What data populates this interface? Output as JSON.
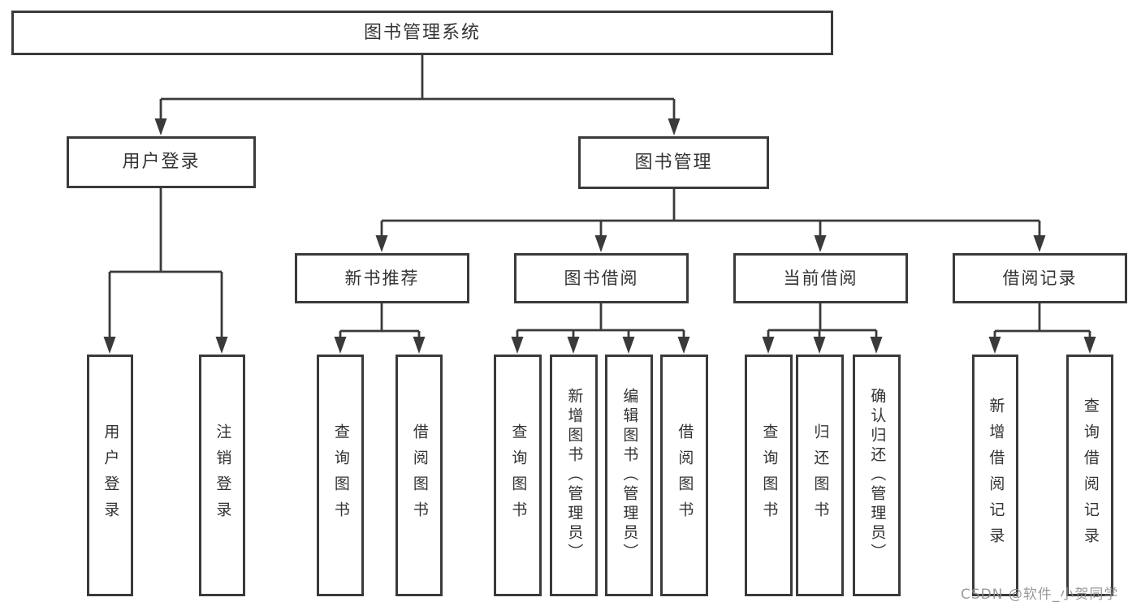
{
  "colors": {
    "line": "#3a3a3a",
    "box_border": "#3a3a3a",
    "text": "#333333",
    "background": "#ffffff",
    "watermark": "#8e8e8e"
  },
  "watermark": {
    "text": "CSDN @软件_小贺同学"
  },
  "diagram": {
    "title": "图书管理系统",
    "branches": [
      {
        "label": "用户登录",
        "children": [
          {
            "label": "用户登录"
          },
          {
            "label": "注销登录"
          }
        ]
      },
      {
        "label": "图书管理",
        "children": [
          {
            "label": "新书推荐",
            "children": [
              {
                "label": "查询图书"
              },
              {
                "label": "借阅图书"
              }
            ]
          },
          {
            "label": "图书借阅",
            "children": [
              {
                "label": "查询图书"
              },
              {
                "label": "新增图书（管理员）"
              },
              {
                "label": "编辑图书（管理员）"
              },
              {
                "label": "借阅图书"
              }
            ]
          },
          {
            "label": "当前借阅",
            "children": [
              {
                "label": "查询图书"
              },
              {
                "label": "归还图书"
              },
              {
                "label": "确认归还（管理员）"
              }
            ]
          },
          {
            "label": "借阅记录",
            "children": [
              {
                "label": "新增借阅记录"
              },
              {
                "label": "查询借阅记录"
              }
            ]
          }
        ]
      }
    ]
  }
}
